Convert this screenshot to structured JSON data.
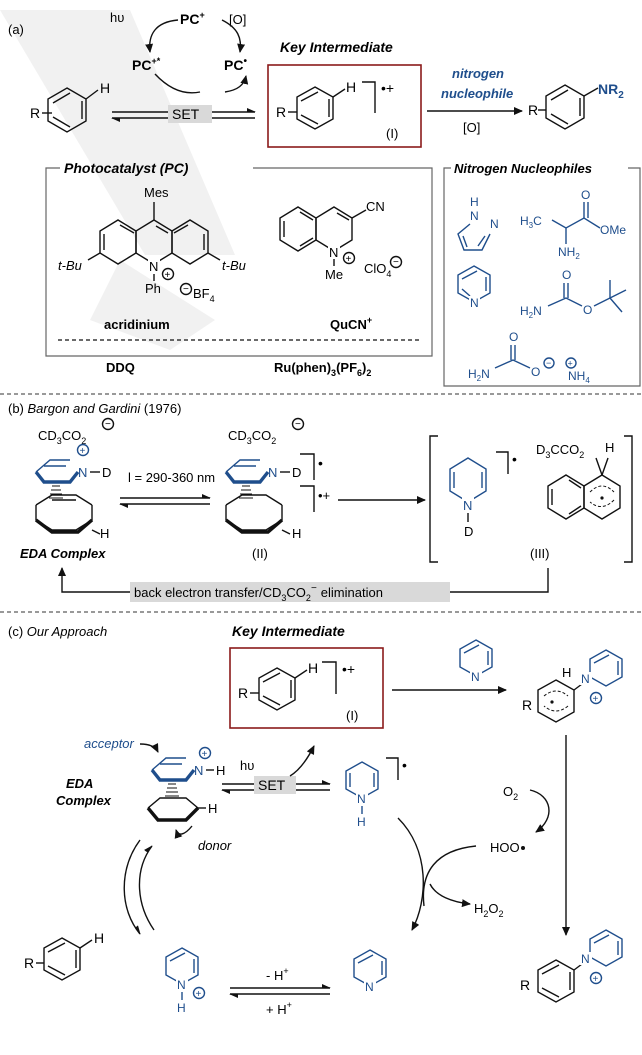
{
  "panel_a": {
    "label": "(a)",
    "hv": "hυ",
    "pc_plus": "PC",
    "pc_plus_sup": "+",
    "pc_star": "PC",
    "pc_star_sup": "+*",
    "pc_dot": "PC",
    "pc_dot_sup": "•",
    "oxidant": "[O]",
    "set": "SET",
    "key_intermediate": "Key Intermediate",
    "r": "R",
    "h": "H",
    "radical_cation": "•+",
    "intermediate_label": "(I)",
    "nitrogen": "nitrogen",
    "nucleophile": "nucleophile",
    "oxidant2": "[O]",
    "nr2": "NR",
    "nr2_sub": "2",
    "photocatalyst_title": "Photocatalyst (PC)",
    "mes": "Mes",
    "tbu_left": "t-Bu",
    "tbu_right": "t-Bu",
    "n_ph": "N",
    "ph": "Ph",
    "bf4": "BF",
    "bf4_sub": "4",
    "acridinium": "acridinium",
    "cn": "CN",
    "n_me": "N",
    "me": "Me",
    "clo4": "ClO",
    "clo4_sub": "4",
    "qucn": "QuCN",
    "qucn_sup": "+",
    "ddq": "DDQ",
    "ru": "Ru(phen)",
    "ru_sub1": "3",
    "ru_mid": "(PF",
    "ru_sub2": "6",
    "ru_end": ")",
    "ru_sub3": "2",
    "nucleophiles_title": "Nitrogen Nucleophiles",
    "pyrazole_h": "H",
    "pyrazole_n1": "N",
    "pyrazole_n2": "N",
    "h3c": "H",
    "h3c_sub": "3",
    "h3c_c": "C",
    "ome": "OMe",
    "o_ala": "O",
    "nh2": "NH",
    "nh2_sub": "2",
    "pyridine_n": "N",
    "o_boc": "O",
    "h2n_boc": "H",
    "h2n_boc_sub": "2",
    "h2n_boc_n": "N",
    "o_boc2": "O",
    "o_carb": "O",
    "h2n_carb": "H",
    "h2n_carb_sub": "2",
    "h2n_carb_n": "N",
    "o_minus": "O",
    "nh4": "NH",
    "nh4_sub": "4"
  },
  "panel_b": {
    "label": "(b)",
    "title": "Bargon and Gardini",
    "year": "(1976)",
    "cd3co2": "CD",
    "cd3co2_sub1": "3",
    "cd3co2_mid": "CO",
    "cd3co2_sub2": "2",
    "n_d": "N",
    "d": "D",
    "h": "H",
    "lambda": "l = 290-360 nm",
    "eda": "EDA Complex",
    "radical": "•",
    "radical_cation": "•+",
    "label_II": "(II)",
    "label_III": "(III)",
    "d3cco2": "D",
    "d3cco2_sub": "3",
    "d3cco2_end": "CCO",
    "d3cco2_sub2": "2",
    "back_transfer": "back electron transfer/CD",
    "back_sub1": "3",
    "back_mid": "CO",
    "back_sub2": "2",
    "back_end": "elimination",
    "back_sup": "−"
  },
  "panel_c": {
    "label": "(c)",
    "title": "Our Approach",
    "key_intermediate": "Key Intermediate",
    "r": "R",
    "h": "H",
    "radical_cation": "•+",
    "intermediate_label": "(I)",
    "acceptor": "acceptor",
    "donor": "donor",
    "eda1": "EDA",
    "eda2": "Complex",
    "hv": "hυ",
    "set": "SET",
    "nh": "N",
    "o2": "O",
    "o2_sub": "2",
    "hoo": "HOO",
    "h2o2": "H",
    "h2o2_sub1": "2",
    "h2o2_mid": "O",
    "h2o2_sub2": "2",
    "minus_h": "- H",
    "plus_h": "+ H",
    "proton_sup": "+",
    "pyridine_n": "N"
  }
}
